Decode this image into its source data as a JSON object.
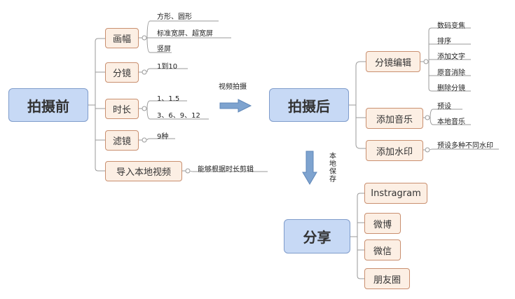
{
  "diagram": {
    "pre": {
      "title": "拍摄前",
      "branches": [
        {
          "label": "画幅",
          "leaves": [
            "方形、圆形",
            "标准宽屏、超宽屏",
            "竖屏"
          ]
        },
        {
          "label": "分镜",
          "leaves": [
            "1到10"
          ]
        },
        {
          "label": "时长",
          "leaves": [
            "1、1.5",
            "3、6、9、12"
          ]
        },
        {
          "label": "滤镜",
          "leaves": [
            "9种"
          ]
        },
        {
          "label": "导入本地视频",
          "leaves": [
            "能够根据时长剪辑"
          ]
        }
      ]
    },
    "arrow_right_label": "视频拍摄",
    "post": {
      "title": "拍摄后",
      "branches": [
        {
          "label": "分镜编辑",
          "leaves": [
            "数码变焦",
            "排序",
            "添加文字",
            "原音消除",
            "删除分镜"
          ]
        },
        {
          "label": "添加音乐",
          "leaves": [
            "预设",
            "本地音乐"
          ]
        },
        {
          "label": "添加水印",
          "leaves": [
            "预设多种不同水印"
          ]
        }
      ]
    },
    "arrow_down_label": "本地保存",
    "share": {
      "title": "分享",
      "items": [
        "Instragram",
        "微博",
        "微信",
        "朋友圈"
      ]
    }
  }
}
